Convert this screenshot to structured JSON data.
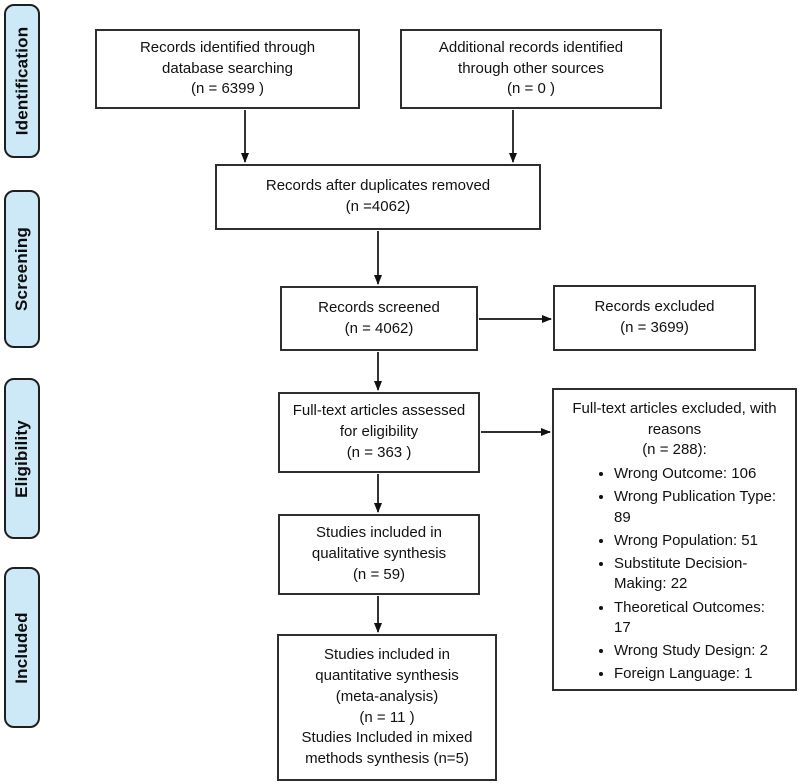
{
  "sidebar": {
    "stages": [
      {
        "label": "Identification"
      },
      {
        "label": "Screening"
      },
      {
        "label": "Eligibility"
      },
      {
        "label": "Included"
      }
    ]
  },
  "boxes": {
    "identified": {
      "text": "Records identified through\ndatabase searching\n(n = 6399  )"
    },
    "additional": {
      "text": "Additional records identified\nthrough other sources\n(n =  0 )"
    },
    "duplicates": {
      "text": "Records after duplicates removed\n(n =4062)"
    },
    "screened": {
      "text": "Records screened\n(n = 4062)"
    },
    "excluded": {
      "text": "Records excluded\n(n = 3699)"
    },
    "fulltext_assessed": {
      "text": "Full-text articles assessed\nfor eligibility\n(n =  363 )"
    },
    "fulltext_excluded": {
      "heading": "Full-text articles excluded, with\nreasons\n(n = 288):",
      "reasons": [
        "Wrong Outcome: 106",
        "Wrong Publication Type: 89",
        "Wrong Population: 51",
        "Substitute Decision-Making: 22",
        "Theoretical Outcomes: 17",
        "Wrong Study Design: 2",
        "Foreign Language: 1"
      ]
    },
    "qualitative": {
      "text": "Studies included in\nqualitative synthesis\n(n = 59)"
    },
    "quantitative": {
      "text": "Studies included in\nquantitative synthesis\n(meta-analysis)\n(n =  11 )\nStudies Included in mixed\nmethods synthesis (n=5)"
    }
  },
  "colors": {
    "stage_fill": "#cde9f7",
    "stage_border": "#1f1f1f",
    "box_border": "#2e2e2e",
    "arrow": "#111111"
  }
}
